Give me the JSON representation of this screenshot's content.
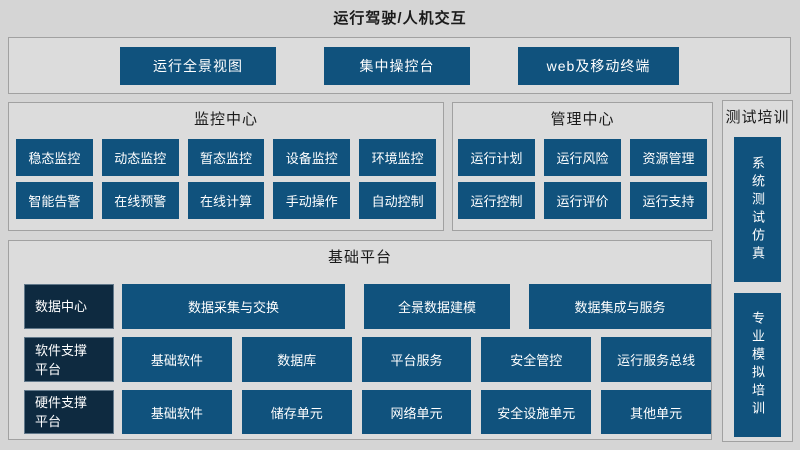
{
  "page": {
    "title": "运行驾驶/人机交互"
  },
  "colors": {
    "page_bg": "#d5d5d5",
    "section_bg": "#dcdcdc",
    "section_border": "#a1a1a1",
    "box_blue": "#10527d",
    "label_navy": "#0e2a40",
    "text_dark": "#1a1a1a",
    "text_light": "#ffffff"
  },
  "hmi": {
    "buttons": [
      "运行全景视图",
      "集中操控台",
      "web及移动终端"
    ]
  },
  "monitoring": {
    "title": "监控中心",
    "rows": [
      [
        "稳态监控",
        "动态监控",
        "暂态监控",
        "设备监控",
        "环境监控"
      ],
      [
        "智能告警",
        "在线预警",
        "在线计算",
        "手动操作",
        "自动控制"
      ]
    ]
  },
  "management": {
    "title": "管理中心",
    "rows": [
      [
        "运行计划",
        "运行风险",
        "资源管理"
      ],
      [
        "运行控制",
        "运行评价",
        "运行支持"
      ]
    ]
  },
  "training": {
    "title": "测试培训",
    "boxes": [
      "系统测试仿真",
      "专业模拟培训"
    ]
  },
  "platform": {
    "title": "基础平台",
    "rows": [
      {
        "label": "数据中心",
        "boxes": [
          "数据采集与交换",
          "全景数据建模",
          "数据集成与服务"
        ]
      },
      {
        "label": "软件支撑\n平台",
        "boxes": [
          "基础软件",
          "数据库",
          "平台服务",
          "安全管控",
          "运行服务总线"
        ]
      },
      {
        "label": "硬件支撑\n平台",
        "boxes": [
          "基础软件",
          "储存单元",
          "网络单元",
          "安全设施单元",
          "其他单元"
        ]
      }
    ]
  }
}
